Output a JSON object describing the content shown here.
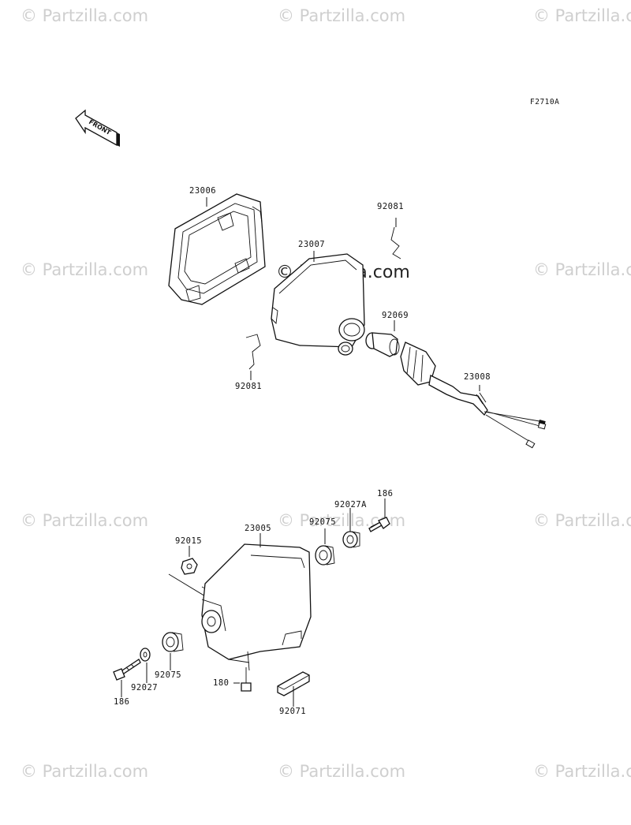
{
  "watermarks": {
    "text": "© Partzilla.com",
    "main_text": "© Partzilla.com"
  },
  "figure_code": "F2710A",
  "front_label": "FRONT",
  "parts": [
    {
      "id": "23006",
      "label": "23006"
    },
    {
      "id": "23007",
      "label": "23007"
    },
    {
      "id": "92081a",
      "label": "92081"
    },
    {
      "id": "92081b",
      "label": "92081"
    },
    {
      "id": "92069",
      "label": "92069"
    },
    {
      "id": "23008",
      "label": "23008"
    },
    {
      "id": "186a",
      "label": "186"
    },
    {
      "id": "92027A",
      "label": "92027A"
    },
    {
      "id": "92075a",
      "label": "92075"
    },
    {
      "id": "23005",
      "label": "23005"
    },
    {
      "id": "92015",
      "label": "92015"
    },
    {
      "id": "186b",
      "label": "186"
    },
    {
      "id": "92027",
      "label": "92027"
    },
    {
      "id": "92075b",
      "label": "92075"
    },
    {
      "id": "180",
      "label": "180"
    },
    {
      "id": "92071",
      "label": "92071"
    }
  ]
}
